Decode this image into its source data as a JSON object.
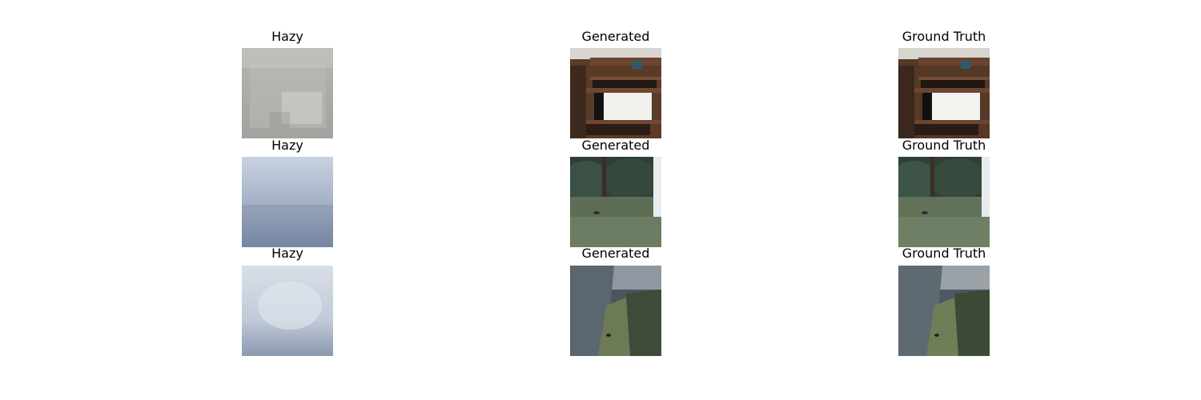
{
  "figure": {
    "rows": [
      {
        "scene": "indoor-shelves",
        "panels": [
          {
            "title": "Hazy",
            "image": "hazy-indoor-shelves-image"
          },
          {
            "title": "Generated",
            "image": "generated-indoor-shelves-image"
          },
          {
            "title": "Ground Truth",
            "image": "ground-truth-indoor-shelves-image"
          }
        ]
      },
      {
        "scene": "garden-lawn",
        "panels": [
          {
            "title": "Hazy",
            "image": "hazy-garden-lawn-image"
          },
          {
            "title": "Generated",
            "image": "generated-garden-lawn-image"
          },
          {
            "title": "Ground Truth",
            "image": "ground-truth-garden-lawn-image"
          }
        ]
      },
      {
        "scene": "garden-path",
        "panels": [
          {
            "title": "Hazy",
            "image": "hazy-garden-path-image"
          },
          {
            "title": "Generated",
            "image": "generated-garden-path-image"
          },
          {
            "title": "Ground Truth",
            "image": "ground-truth-garden-path-image"
          }
        ]
      }
    ]
  }
}
